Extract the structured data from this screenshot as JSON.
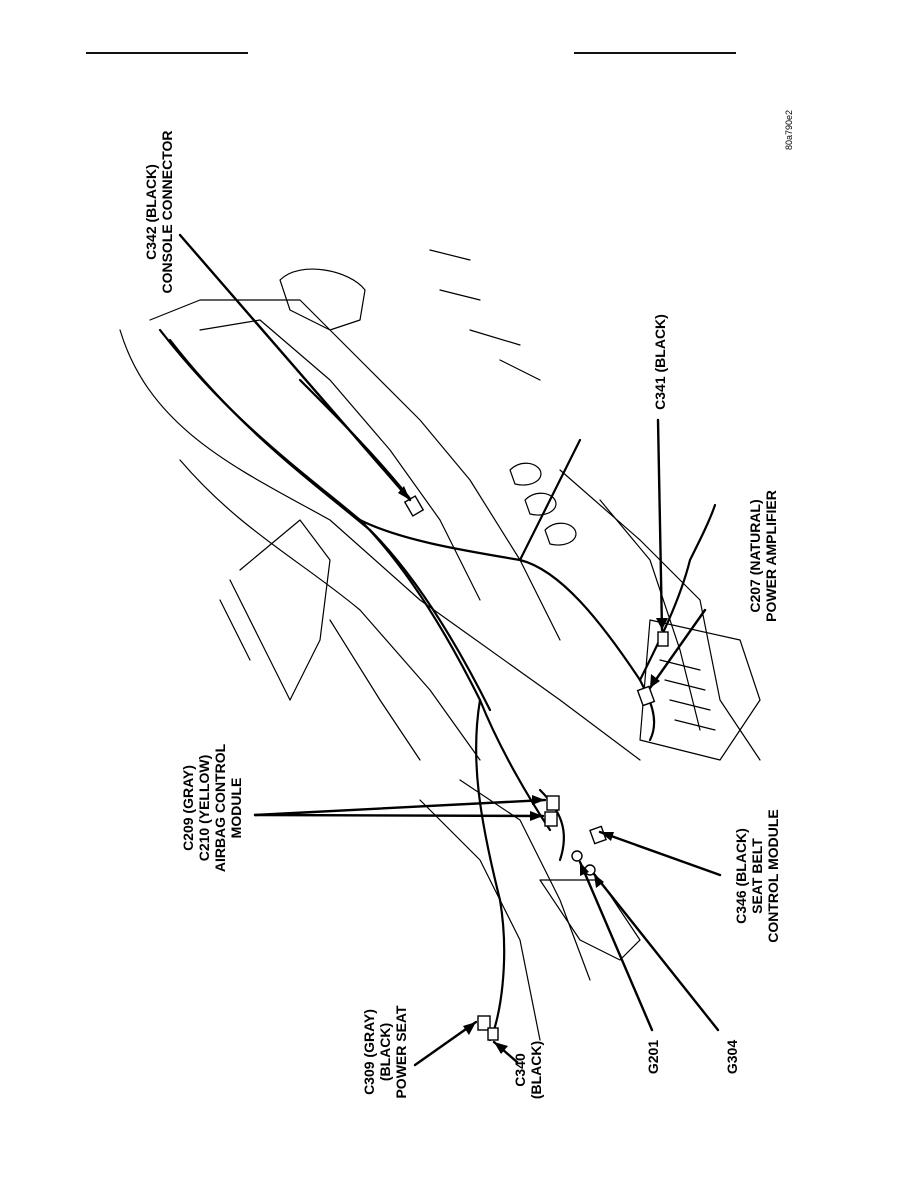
{
  "figure_code": "80a790e2",
  "callouts": {
    "c342": "C342 (BLACK)\nCONSOLE CONNECTOR",
    "c341": "C341 (BLACK)",
    "c207": "C207 (NATURAL)\nPOWER AMPLIFIER",
    "c209_c210": "C209 (GRAY)\nC210 (YELLOW)\nAIRBAG CONTROL\nMODULE",
    "c346": "C346 (BLACK)\nSEAT BELT\nCONTROL MODULE",
    "c309": "C309 (GRAY)\n(BLACK)\nPOWER SEAT",
    "c340": "C340\n(BLACK)",
    "g201": "G201",
    "g304": "G304"
  },
  "colors": {
    "ink": "#000000",
    "paper": "#ffffff"
  }
}
